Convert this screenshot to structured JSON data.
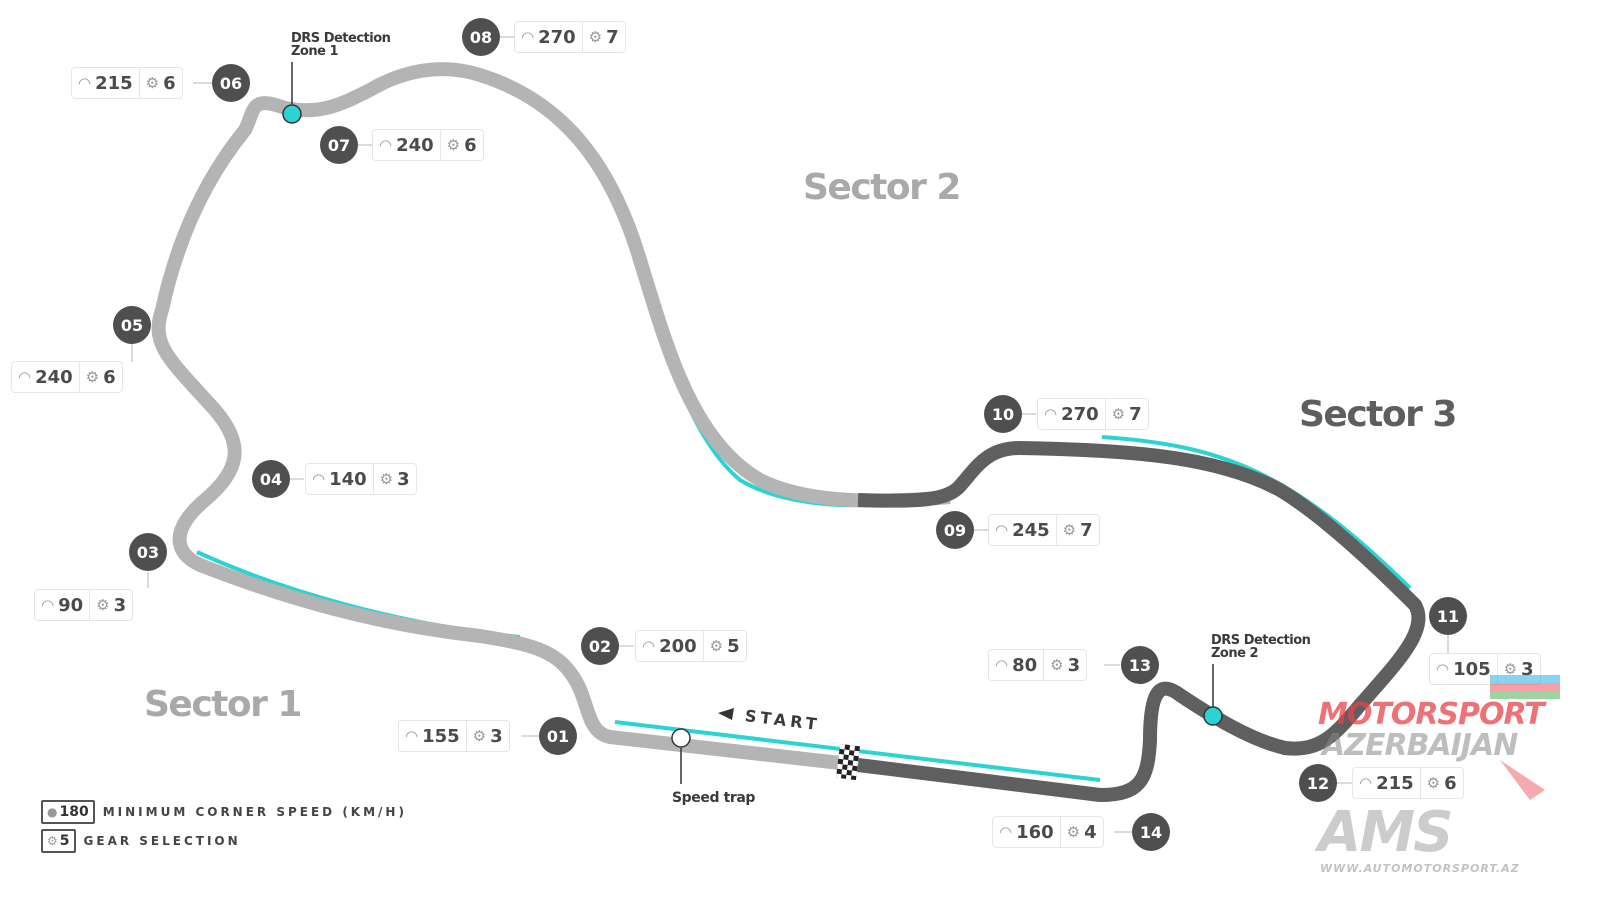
{
  "sectors": [
    {
      "label": "Sector 1"
    },
    {
      "label": "Sector 2"
    },
    {
      "label": "Sector 3"
    }
  ],
  "corners": [
    {
      "turn": "01",
      "speed": "155",
      "gear": "3"
    },
    {
      "turn": "02",
      "speed": "200",
      "gear": "5"
    },
    {
      "turn": "03",
      "speed": "90",
      "gear": "3"
    },
    {
      "turn": "04",
      "speed": "140",
      "gear": "3"
    },
    {
      "turn": "05",
      "speed": "240",
      "gear": "6"
    },
    {
      "turn": "06",
      "speed": "215",
      "gear": "6"
    },
    {
      "turn": "07",
      "speed": "240",
      "gear": "6"
    },
    {
      "turn": "08",
      "speed": "270",
      "gear": "7"
    },
    {
      "turn": "09",
      "speed": "245",
      "gear": "7"
    },
    {
      "turn": "10",
      "speed": "270",
      "gear": "7"
    },
    {
      "turn": "11",
      "speed": "105",
      "gear": "3"
    },
    {
      "turn": "12",
      "speed": "215",
      "gear": "6"
    },
    {
      "turn": "13",
      "speed": "80",
      "gear": "3"
    },
    {
      "turn": "14",
      "speed": "160",
      "gear": "4"
    }
  ],
  "drs": {
    "zone1": {
      "line1": "DRS Detection",
      "line2": "Zone 1"
    },
    "zone2": {
      "line1": "DRS Detection",
      "line2": "Zone 2"
    }
  },
  "start_label": "START",
  "speed_trap_label": "Speed trap",
  "legend": {
    "speed_example": "180",
    "speed_text": "MINIMUM CORNER SPEED (KM/H)",
    "gear_example": "5",
    "gear_text": "GEAR SELECTION"
  },
  "watermark": {
    "line1": "MOTORSPORT",
    "line2": "AZERBAIJAN",
    "logo": "AMS",
    "url": "WWW.AUTOMOTORSPORT.AZ"
  },
  "colors": {
    "track_light": "#b4b4b4",
    "track_dark": "#5f5f5f",
    "drs_zone": "#2bd3d3",
    "badge": "#4f4f4f"
  },
  "icons": {
    "speed": "speedometer-icon",
    "gear": "gear-icon"
  }
}
